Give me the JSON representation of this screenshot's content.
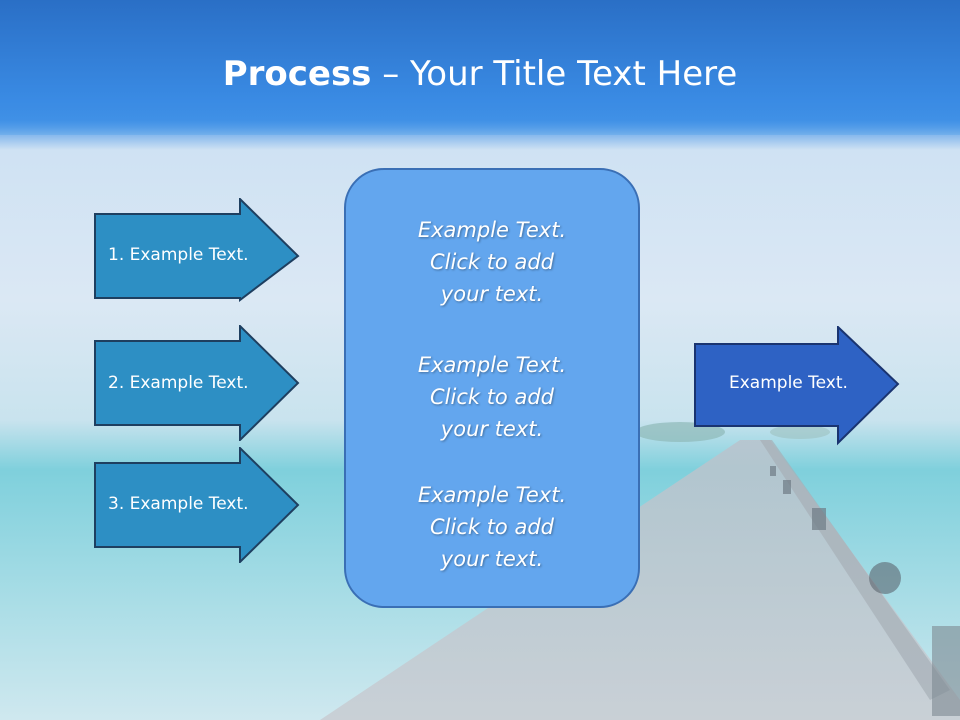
{
  "slide": {
    "title_bold": "Process",
    "title_rest": " – Your Title Text Here"
  },
  "left_arrows": [
    {
      "label": "1. Example Text."
    },
    {
      "label": "2. Example Text."
    },
    {
      "label": "3. Example Text."
    }
  ],
  "center_box": {
    "paragraphs": [
      {
        "line1": "Example Text.",
        "line2": "Click  to add",
        "line3": "your text."
      },
      {
        "line1": "Example Text.",
        "line2": "Click  to add",
        "line3": "your text."
      },
      {
        "line1": "Example Text.",
        "line2": "Click  to add",
        "line3": "your text."
      }
    ]
  },
  "right_arrow": {
    "label": "Example Text."
  },
  "colors": {
    "left_arrow_fill": "#2d8fc4",
    "left_arrow_stroke": "#1e3f60",
    "center_box_fill": "#63a6ee",
    "right_arrow_fill": "#2e62c4",
    "title_band": "#3a8be4"
  }
}
